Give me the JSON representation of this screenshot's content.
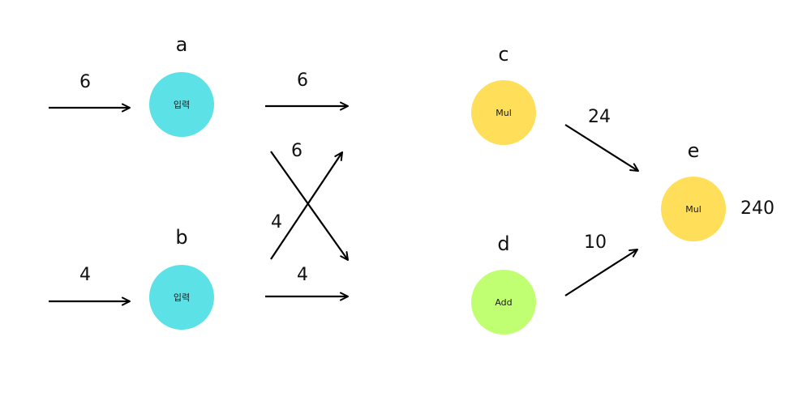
{
  "colors": {
    "input_node": "#5ce1e6",
    "mul_node": "#ffde59",
    "add_node": "#c1ff72",
    "arrow": "#000000"
  },
  "nodes": {
    "a": {
      "name": "a",
      "op": "입력"
    },
    "b": {
      "name": "b",
      "op": "입력"
    },
    "c": {
      "name": "c",
      "op": "Mul"
    },
    "d": {
      "name": "d",
      "op": "Add"
    },
    "e": {
      "name": "e",
      "op": "Mul"
    }
  },
  "edges": {
    "into_a": "6",
    "into_b": "4",
    "a_to_c": "6",
    "a_to_d": "6",
    "b_to_c": "4",
    "b_to_d": "4",
    "c_to_e": "24",
    "d_to_e": "10",
    "output": "240"
  }
}
